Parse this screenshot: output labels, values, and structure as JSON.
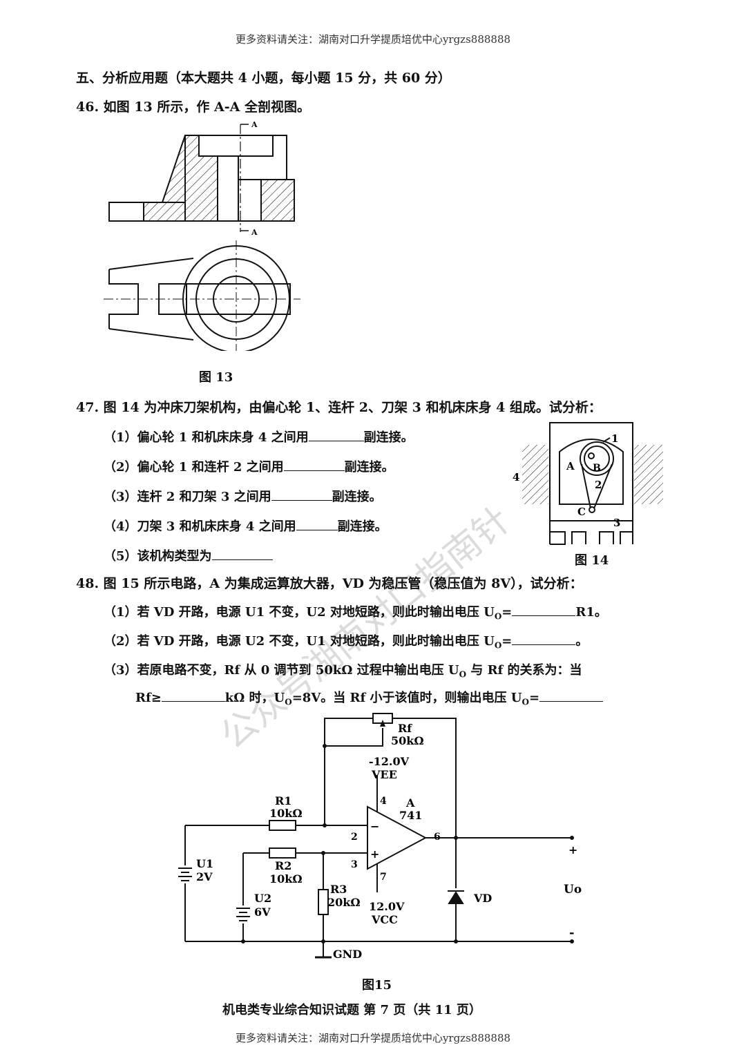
{
  "header_text": "更多资料请关注：湖南对口升学提质培优中心yrgzs888888",
  "footer_text": "更多资料请关注：湖南对口升学提质培优中心yrgzs888888",
  "section_title": "五、分析应用题（本大题共 4 小题，每小题 15 分，共 60 分）",
  "q46": {
    "text": "46. 如图 13 所示，作 A-A 全剖视图。",
    "figure_caption": "图 13",
    "section_label": "A"
  },
  "q47": {
    "text": "47. 图 14 为冲床刀架机构，由偏心轮 1、连杆 2、刀架 3 和机床床身 4 组成。试分析：",
    "items": [
      {
        "pre": "（1）偏心轮 1 和机床床身 4 之间用",
        "post": "副连接。"
      },
      {
        "pre": "（2）偏心轮 1 和连杆 2 之间用",
        "post": "副连接。"
      },
      {
        "pre": "（3）连杆 2 和刀架 3 之间用",
        "post": "副连接。"
      },
      {
        "pre": "（4）刀架 3 和机床床身 4 之间用",
        "post": "副连接。"
      },
      {
        "pre": "（5）该机构类型为",
        "post": ""
      }
    ],
    "figure_caption": "图 14",
    "labels": {
      "n1": "1",
      "n2": "2",
      "n3": "3",
      "n4": "4",
      "A": "A",
      "B": "B",
      "C": "C"
    }
  },
  "q48": {
    "text": "48. 图 15 所示电路，A 为集成运算放大器，VD 为稳压管（稳压值为 8V），试分析：",
    "items": [
      {
        "pre": "（1）若 VD 开路，电源 U1 不变，U2 对地短路，则此时输出电压 U",
        "sub": "O",
        "mid": "=",
        "post": "R1。"
      },
      {
        "pre": "（2）若 VD 开路，电源 U2 不变，U1 对地短路，则此时输出电压 U",
        "sub": "O",
        "mid": "=",
        "post": "。"
      }
    ],
    "item3_line1": "（3）若原电路不变，Rf 从 0 调节到 50kΩ 过程中输出电压 U",
    "item3_line1_sub": "O",
    "item3_line1_post": " 与 Rf 的关系为：当",
    "item3_line2_pre": "Rf≥",
    "item3_line2_mid": "kΩ 时，U",
    "item3_line2_sub": "O",
    "item3_line2_mid2": "=8V。当 Rf 小于该值时，则输出电压 U",
    "item3_line2_sub2": "O",
    "item3_line2_eq": "=",
    "figure_caption": "图15",
    "circuit": {
      "rf": "Rf",
      "rf_val": "50kΩ",
      "vee_v": "-12.0V",
      "vee": "VEE",
      "opamp": "A",
      "opamp_model": "741",
      "r1": "R1",
      "r1_val": "10kΩ",
      "r2": "R2",
      "r2_val": "10kΩ",
      "r3": "R3",
      "r3_val": "20kΩ",
      "u1": "U1",
      "u1_val": "2V",
      "u2": "U2",
      "u2_val": "6V",
      "vcc_v": "12.0V",
      "vcc": "VCC",
      "pin2": "2",
      "pin3": "3",
      "pin4": "4",
      "pin6": "6",
      "pin7": "7",
      "plus": "+",
      "minus": "−",
      "vd": "VD",
      "uo": "Uo",
      "gnd": "GND",
      "out_plus": "+",
      "out_minus": "-"
    }
  },
  "page_footer": "机电类专业综合知识试题 第 7 页（共 11 页）",
  "watermark": "公众号湖南对口指南针"
}
